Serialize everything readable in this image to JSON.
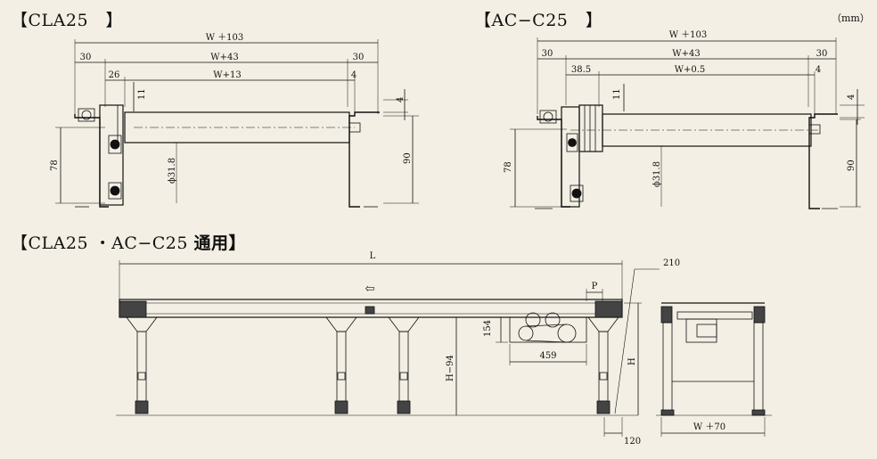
{
  "unit_label": "（mm）",
  "cla25": {
    "title": "【CLA25　】",
    "dim_overall": "W ＋103",
    "dim_w43": "W+43",
    "dim_30_left": "30",
    "dim_30_right": "30",
    "dim_26": "26",
    "dim_w13": "W+13",
    "dim_4_top": "4",
    "dim_11": "11",
    "dim_4_side": "4",
    "dim_78": "78",
    "dim_dia": "ϕ31.8",
    "dim_90": "90"
  },
  "acc25": {
    "title": "【AC−C25　】",
    "dim_overall": "W ＋103",
    "dim_w43": "W+43",
    "dim_30_left": "30",
    "dim_30_right": "30",
    "dim_385": "38.5",
    "dim_w05": "W+0.5",
    "dim_4_top": "4",
    "dim_11": "11",
    "dim_4_side": "4",
    "dim_78": "78",
    "dim_dia": "ϕ31.8",
    "dim_90": "90"
  },
  "common": {
    "title_prefix": "【CLA25 ・AC−C25 ",
    "title_bold": "通用】",
    "dim_L": "L",
    "dim_210": "210",
    "dim_P": "P",
    "dim_154": "154",
    "dim_459": "459",
    "dim_H94": "H−94",
    "dim_H": "H",
    "dim_120": "120",
    "dim_W70": "W ＋70",
    "arrow": "⇦"
  }
}
